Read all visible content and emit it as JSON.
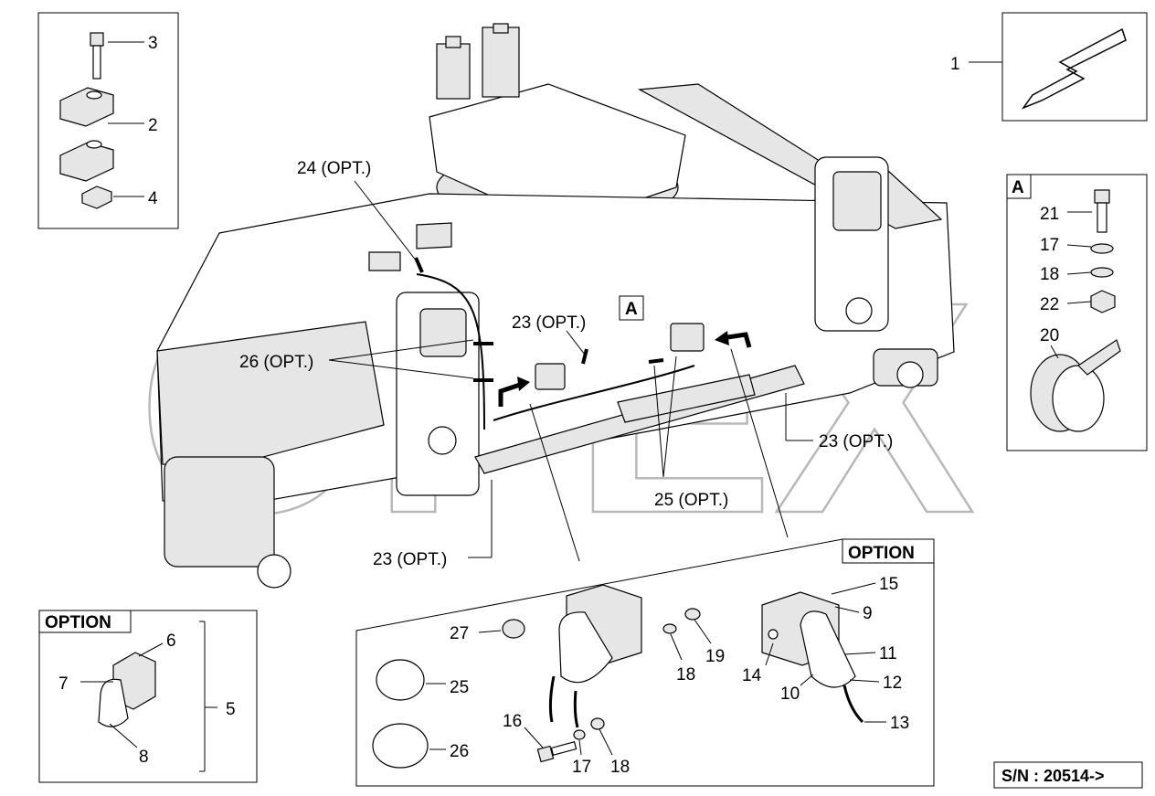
{
  "watermark": "OPEX",
  "callouts": {
    "c1": "1",
    "c2": "2",
    "c3": "3",
    "c4": "4",
    "c5": "5",
    "c6": "6",
    "c7": "7",
    "c8": "8",
    "c9": "9",
    "c10": "10",
    "c11": "11",
    "c12": "12",
    "c13": "13",
    "c14": "14",
    "c15": "15",
    "c16": "16",
    "c17a": "17",
    "c17b": "17",
    "c18a": "18",
    "c18b": "18",
    "c18c": "18",
    "c19": "19",
    "c20": "20",
    "c21": "21",
    "c22": "22",
    "c25": "25",
    "c26": "26",
    "c27": "27",
    "opt24": "24 (OPT.)",
    "opt23a": "23 (OPT.)",
    "opt23b": "23 (OPT.)",
    "opt23c": "23 (OPT.)",
    "opt26": "26 (OPT.)",
    "opt25": "25 (OPT.)"
  },
  "boxes": {
    "option_title_left": "OPTION",
    "option_title_bottom": "OPTION",
    "detail_a_title": "A",
    "detail_a_marker": "A"
  },
  "serial": "S/N :  20514->"
}
